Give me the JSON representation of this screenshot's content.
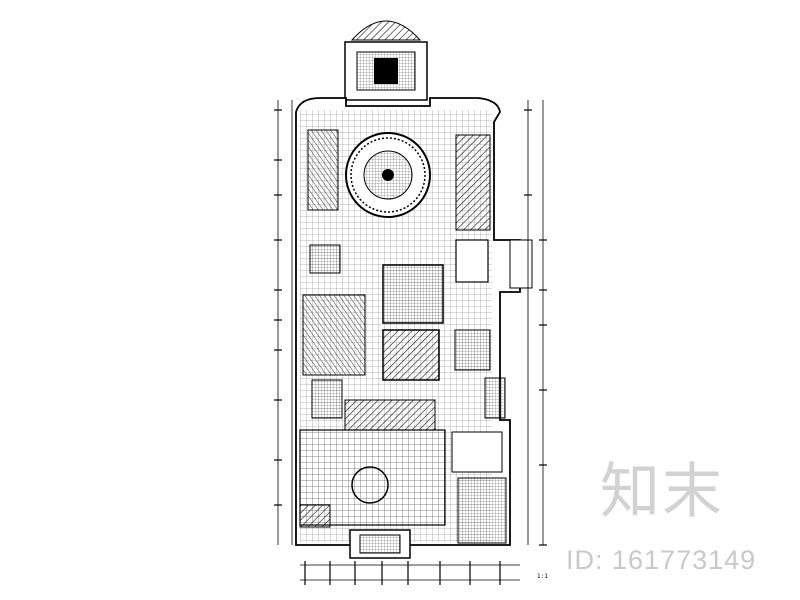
{
  "drawing": {
    "description_hidden": "",
    "scale_note": "1:1"
  },
  "watermark": {
    "logo_text": "知末",
    "id_text": "ID: 161773149"
  }
}
